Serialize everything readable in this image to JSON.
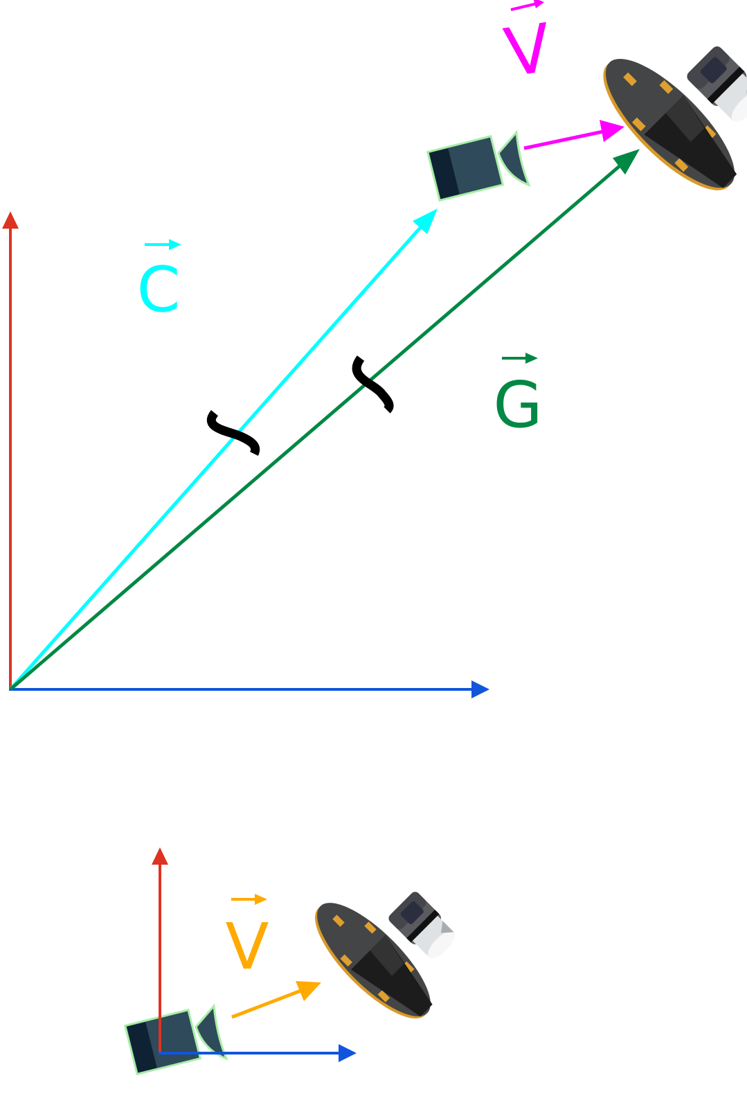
{
  "top_diagram": {
    "labels": {
      "velocity": "V",
      "camera_position": "C",
      "galaxy_position": "G"
    },
    "colors": {
      "velocity": "#ff00ff",
      "camera_position": "#00ffff",
      "galaxy_position": "#008844",
      "axis_vertical": "#dd3322",
      "axis_horizontal": "#1155dd",
      "tilde_mark": "#000000"
    }
  },
  "bottom_diagram": {
    "labels": {
      "velocity": "V"
    },
    "colors": {
      "velocity": "#ffaa00",
      "axis_vertical": "#dd3322",
      "axis_horizontal": "#1155dd"
    }
  },
  "icons": {
    "camera": "camera-icon",
    "telescope": "space-telescope-icon"
  }
}
